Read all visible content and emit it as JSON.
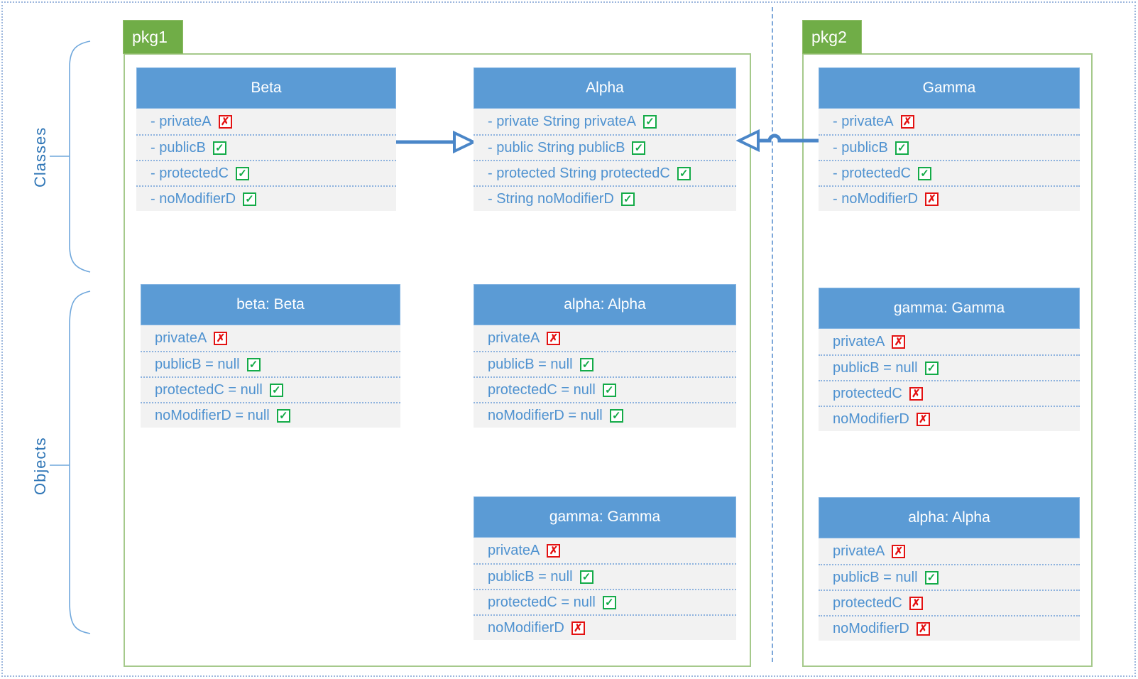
{
  "diagram": {
    "side_labels": [
      {
        "id": "classes",
        "label": "Classes"
      },
      {
        "id": "objects",
        "label": "Objects"
      }
    ],
    "packages": [
      {
        "label": "pkg1"
      },
      {
        "label": "pkg2"
      }
    ],
    "boxes": [
      {
        "title": "Beta",
        "package": "pkg1",
        "kind": "class",
        "rows": [
          {
            "text": "- privateA",
            "icon": "cross-icon"
          },
          {
            "text": "- publicB",
            "icon": "check-icon"
          },
          {
            "text": "- protectedC",
            "icon": "check-icon"
          },
          {
            "text": "- noModifierD",
            "icon": "check-icon"
          }
        ]
      },
      {
        "title": "Alpha",
        "package": "pkg1",
        "kind": "class",
        "rows": [
          {
            "text": "- private String privateA",
            "icon": "check-icon"
          },
          {
            "text": "- public String publicB",
            "icon": "check-icon"
          },
          {
            "text": "- protected String protectedC",
            "icon": "check-icon"
          },
          {
            "text": "- String noModifierD",
            "icon": "check-icon"
          }
        ]
      },
      {
        "title": "Gamma",
        "package": "pkg2",
        "kind": "class",
        "rows": [
          {
            "text": "- privateA",
            "icon": "cross-icon"
          },
          {
            "text": "- publicB",
            "icon": "check-icon"
          },
          {
            "text": "- protectedC",
            "icon": "check-icon"
          },
          {
            "text": "- noModifierD",
            "icon": "cross-icon"
          }
        ]
      },
      {
        "title": "beta: Beta",
        "package": "pkg1",
        "kind": "object",
        "rows": [
          {
            "text": "privateA",
            "icon": "cross-icon"
          },
          {
            "text": "publicB  = null",
            "icon": "check-icon"
          },
          {
            "text": "protectedC  = null",
            "icon": "check-icon"
          },
          {
            "text": "noModifierD  = null",
            "icon": "check-icon"
          }
        ]
      },
      {
        "title": "alpha: Alpha",
        "package": "pkg1",
        "kind": "object",
        "rows": [
          {
            "text": "privateA",
            "icon": "cross-icon"
          },
          {
            "text": "publicB  = null",
            "icon": "check-icon"
          },
          {
            "text": "protectedC  = null",
            "icon": "check-icon"
          },
          {
            "text": "noModifierD  = null",
            "icon": "check-icon"
          }
        ]
      },
      {
        "title": "gamma: Gamma",
        "package": "pkg1",
        "kind": "object",
        "rows": [
          {
            "text": "privateA",
            "icon": "cross-icon"
          },
          {
            "text": "publicB  = null",
            "icon": "check-icon"
          },
          {
            "text": "protectedC  = null",
            "icon": "check-icon"
          },
          {
            "text": "noModifierD",
            "icon": "cross-icon"
          }
        ]
      },
      {
        "title": "gamma: Gamma",
        "package": "pkg2",
        "kind": "object",
        "rows": [
          {
            "text": "privateA",
            "icon": "cross-icon"
          },
          {
            "text": "publicB  = null",
            "icon": "check-icon"
          },
          {
            "text": "protectedC",
            "icon": "cross-icon"
          },
          {
            "text": "noModifierD",
            "icon": "cross-icon"
          }
        ]
      },
      {
        "title": "alpha: Alpha",
        "package": "pkg2",
        "kind": "object",
        "rows": [
          {
            "text": "privateA",
            "icon": "cross-icon"
          },
          {
            "text": "publicB  = null",
            "icon": "check-icon"
          },
          {
            "text": "protectedC",
            "icon": "cross-icon"
          },
          {
            "text": "noModifierD",
            "icon": "cross-icon"
          }
        ]
      }
    ],
    "relations": [
      {
        "from": "Beta",
        "to": "Alpha",
        "type": "inheritance"
      },
      {
        "from": "Gamma",
        "to": "Alpha",
        "type": "inheritance"
      }
    ],
    "colors": {
      "header_blue": "#5b9bd5",
      "body_gray": "#f2f2f2",
      "text_blue": "#4f92d0",
      "package_green": "#70ad47",
      "package_border_green": "#a5c98b",
      "arrow_blue": "#4a86c8",
      "divider_blue": "#7da7d9",
      "check_green": "#14ab48",
      "cross_red": "#e31212",
      "side_label_blue": "#2e75b6"
    }
  }
}
